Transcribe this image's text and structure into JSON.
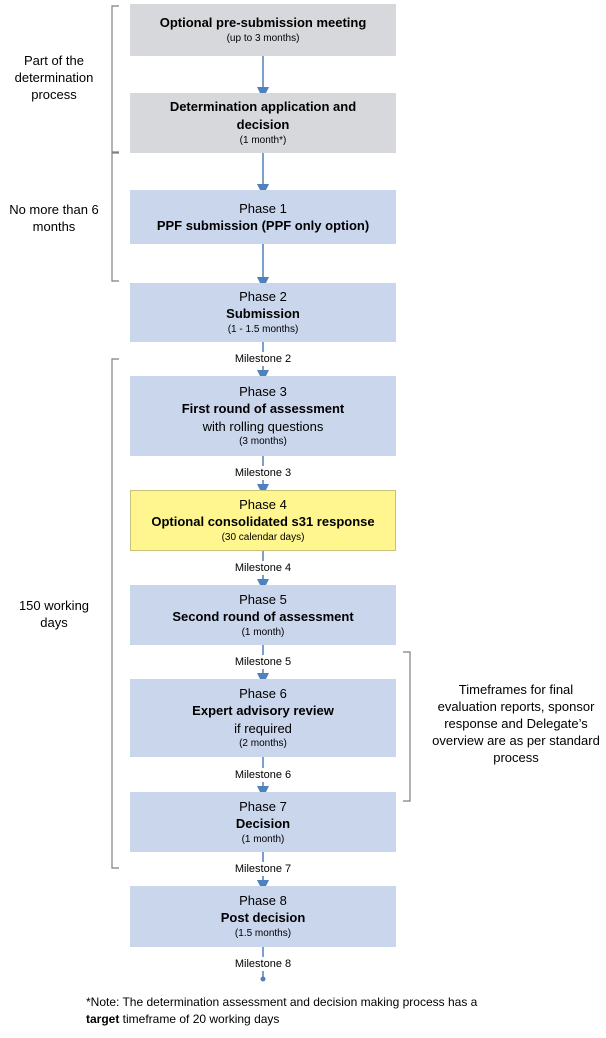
{
  "boxes": [
    {
      "title": "Optional pre-submission meeting",
      "duration": "(up to 3 months)"
    },
    {
      "title": "Determination application and decision",
      "duration": "(1 month*)"
    },
    {
      "phase": "Phase 1",
      "title": "PPF submission (PPF only option)"
    },
    {
      "phase": "Phase 2",
      "title": "Submission",
      "duration": "(1 - 1.5 months)"
    },
    {
      "phase": "Phase 3",
      "title": "First round of assessment",
      "subtitle": "with rolling questions",
      "duration": "(3 months)"
    },
    {
      "phase": "Phase 4",
      "title": "Optional consolidated s31 response",
      "duration": "(30 calendar days)"
    },
    {
      "phase": "Phase 5",
      "title": "Second round of assessment",
      "duration": "(1 month)"
    },
    {
      "phase": "Phase 6",
      "title": "Expert advisory review",
      "subtitle": "if required",
      "duration": "(2 months)"
    },
    {
      "phase": "Phase 7",
      "title": "Decision",
      "duration": "(1 month)"
    },
    {
      "phase": "Phase 8",
      "title": "Post decision",
      "duration": "(1.5 months)"
    }
  ],
  "milestones": [
    "Milestone 2",
    "Milestone 3",
    "Milestone 4",
    "Milestone 5",
    "Milestone 6",
    "Milestone 7",
    "Milestone 8"
  ],
  "side_labels": {
    "determination": "Part of the determination process",
    "no_more_than": "No more than 6 months",
    "working_days": "150 working days",
    "timeframes": "Timeframes for final evaluation reports, sponsor response and Delegate’s overview are as per standard process"
  },
  "note": {
    "prefix": "*Note: The determination assessment and decision making process has a ",
    "emphasis": "target",
    "suffix": " timeframe of 20 working days"
  },
  "colors": {
    "gray_box": "#d6d8db",
    "blue_box": "#c9d6ec",
    "yellow_box": "#fff68f",
    "arrow": "#4f81bd",
    "bracket": "#7f7f7f"
  }
}
